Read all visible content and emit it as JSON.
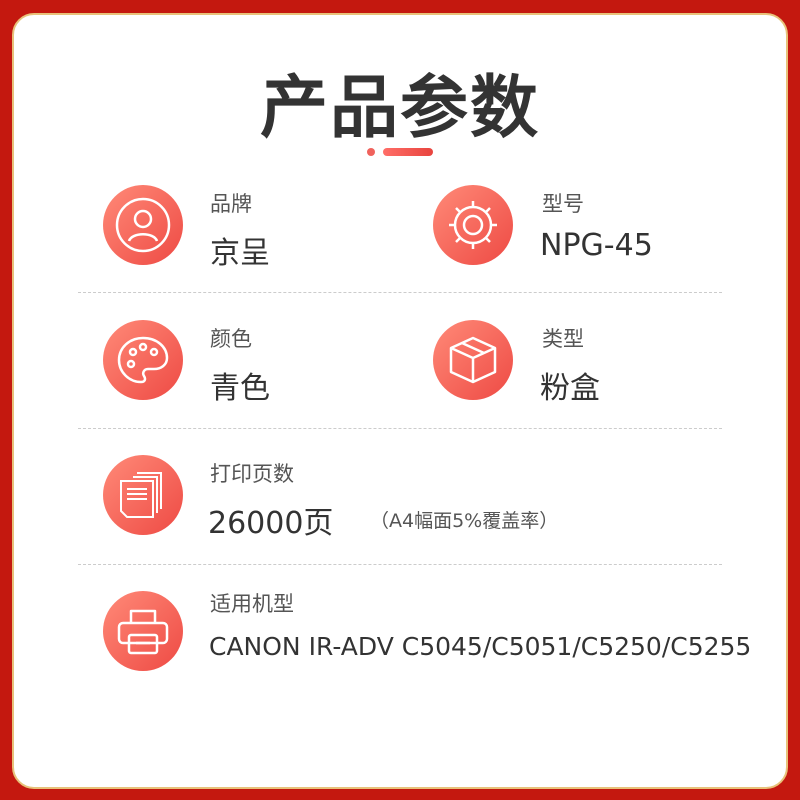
{
  "title": "产品参数",
  "params": [
    {
      "label": "品牌",
      "value": "京呈",
      "icon": "user-icon"
    },
    {
      "label": "型号",
      "value": "NPG-45",
      "icon": "gear-icon"
    },
    {
      "label": "颜色",
      "value": "青色",
      "icon": "palette-icon"
    },
    {
      "label": "类型",
      "value": "粉盒",
      "icon": "box-icon"
    },
    {
      "label": "打印页数",
      "value": "26000页",
      "note": "（A4幅面5%覆盖率）",
      "icon": "pages-icon"
    },
    {
      "label": "适用机型",
      "value": "CANON IR-ADV C5045/C5051/C5250/C5255",
      "icon": "printer-icon"
    }
  ]
}
